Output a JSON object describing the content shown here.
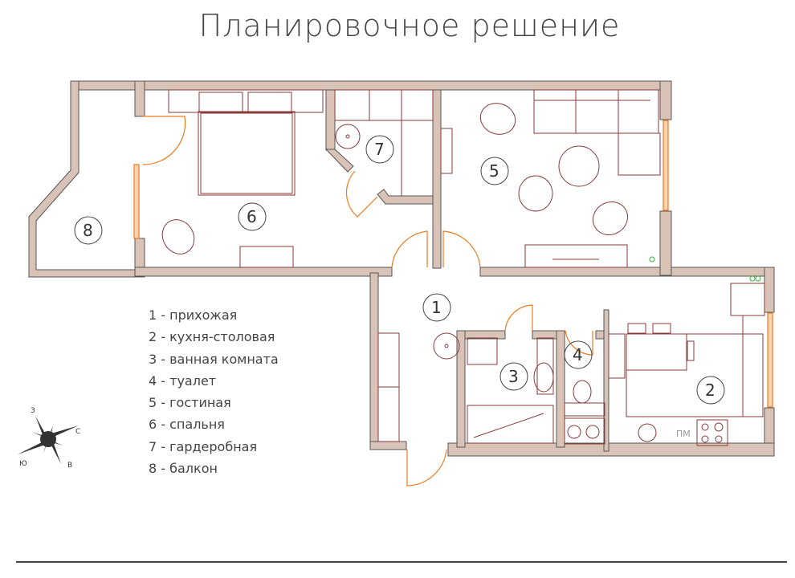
{
  "title": "Планировочное решение",
  "legend": [
    {
      "num": "1",
      "name": "прихожая",
      "text": "1 - прихожая"
    },
    {
      "num": "2",
      "name": "кухня-столовая",
      "text": "2 - кухня-столовая"
    },
    {
      "num": "3",
      "name": "ванная комната",
      "text": "3 - ванная комната"
    },
    {
      "num": "4",
      "name": "туалет",
      "text": "4 - туалет"
    },
    {
      "num": "5",
      "name": "гостиная",
      "text": "5 - гостиная"
    },
    {
      "num": "6",
      "name": "спальня",
      "text": "6 - спальня"
    },
    {
      "num": "7",
      "name": "гардеробная",
      "text": "7 - гардеробная"
    },
    {
      "num": "8",
      "name": "балкон",
      "text": "8 - балкон"
    }
  ],
  "rooms": {
    "r1": "1",
    "r2": "2",
    "r3": "3",
    "r4": "4",
    "r5": "5",
    "r6": "6",
    "r7": "7",
    "r8": "8"
  },
  "compass": {
    "n": "С",
    "s": "Ю",
    "e": "В",
    "w": "З"
  },
  "kitchen_label": "ПМ",
  "colors": {
    "wall": "#d9c2b6",
    "wall_edge": "#555555",
    "furniture": "#8b3a3a",
    "door": "#f07a1e",
    "text": "#444444"
  }
}
